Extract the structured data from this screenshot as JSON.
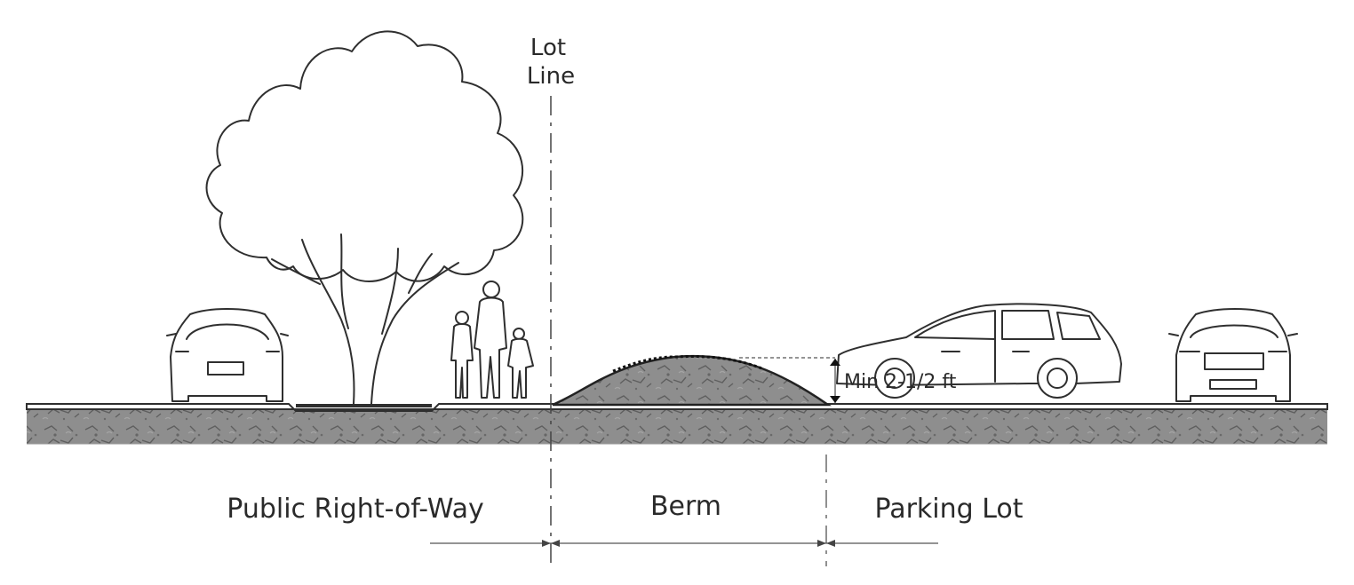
{
  "labels": {
    "lot_line_top": "Lot",
    "lot_line_bottom": "Line",
    "public_row": "Public Right-of-Way",
    "berm": "Berm",
    "parking_lot": "Parking Lot",
    "min_height": "Min 2-1/2 ft"
  },
  "colors": {
    "ink": "#2f2f2f",
    "soil_fill": "#8c8c8c",
    "soil_pattern": "#5a5a5a",
    "background": "#ffffff"
  }
}
